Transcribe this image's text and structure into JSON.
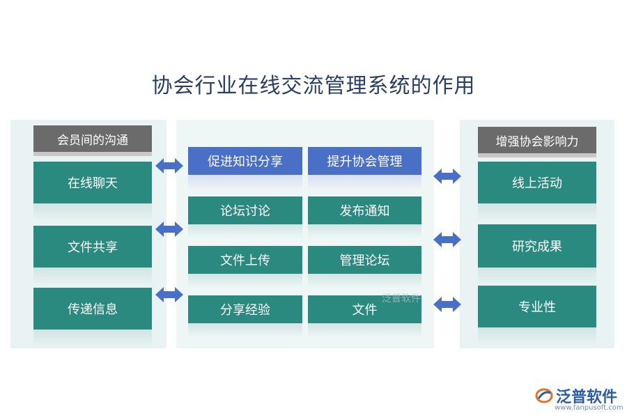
{
  "title": "协会行业在线交流管理系统的作用",
  "left": {
    "header": "会员间的沟通",
    "items": [
      "在线聊天",
      "文件共享",
      "传递信息"
    ]
  },
  "middle": {
    "headers": [
      "促进知识分享",
      "提升协会管理"
    ],
    "rows": [
      [
        "论坛讨论",
        "发布通知"
      ],
      [
        "文件上传",
        "管理论坛"
      ],
      [
        "分享经验",
        "文件"
      ]
    ]
  },
  "right": {
    "header": "增强协会影响力",
    "items": [
      "线上活动",
      "研究成果",
      "专业性"
    ]
  },
  "watermark": "泛普软件",
  "brand": {
    "name": "泛普软件",
    "url": "www.fanpusoft.com"
  },
  "colors": {
    "teal": "#2a8a80",
    "blue": "#4a6fc6",
    "grey": "#6b6b6b",
    "arrow": "#4a6fc6",
    "title": "#2a3f66"
  }
}
